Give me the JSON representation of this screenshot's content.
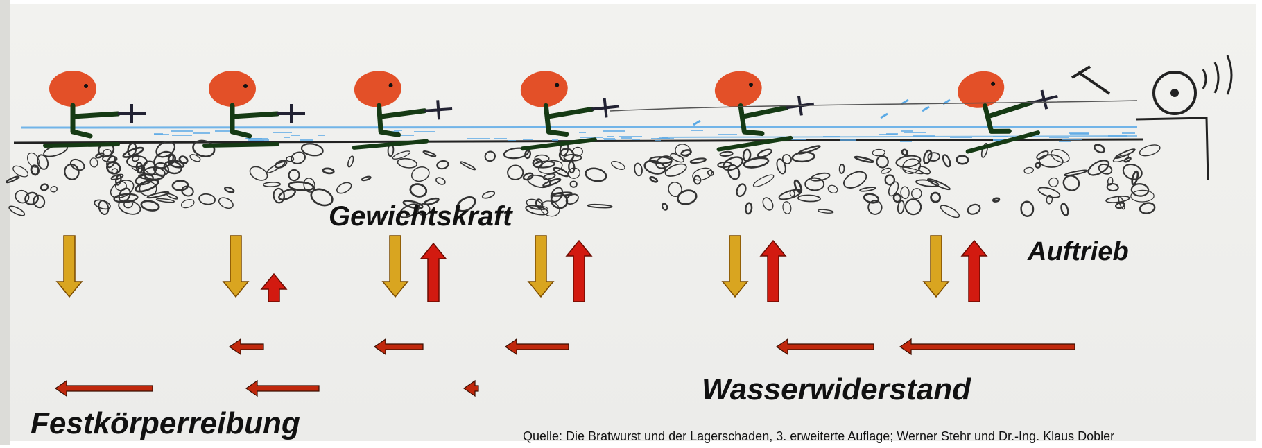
{
  "labels": {
    "weight": "Gewichtskraft",
    "buoyancy": "Auftrieb",
    "water_resistance": "Wasserwiderstand",
    "solid_friction": "Festkörperreibung",
    "source": "Quelle: Die Bratwurst und der Lagerschaden, 3. erweiterte Auflage; Werner Stehr und Dr.-Ing. Klaus Dobler"
  },
  "stages": [
    {
      "weight": 1.0,
      "buoyancy": 0.0,
      "water_resistance": 0.0,
      "solid_friction": 1.0
    },
    {
      "weight": 1.0,
      "buoyancy": 0.4,
      "water_resistance": 0.35,
      "solid_friction": 0.75
    },
    {
      "weight": 1.0,
      "buoyancy": 0.95,
      "water_resistance": 0.5,
      "solid_friction": 0.15
    },
    {
      "weight": 1.0,
      "buoyancy": 1.0,
      "water_resistance": 0.65,
      "solid_friction": 0.0
    },
    {
      "weight": 1.0,
      "buoyancy": 1.0,
      "water_resistance": 1.0,
      "solid_friction": 0.0
    },
    {
      "weight": 1.0,
      "buoyancy": 1.0,
      "water_resistance": 1.8,
      "solid_friction": 0.0
    }
  ],
  "colors": {
    "weight_arrow": "#d9a520",
    "buoyancy_arrow": "#d21a10",
    "drag_arrow": "#c0280c",
    "water": "#5aa9e6",
    "hair": "#e2471c",
    "figure": "#153a14",
    "pebble": "#333333"
  }
}
